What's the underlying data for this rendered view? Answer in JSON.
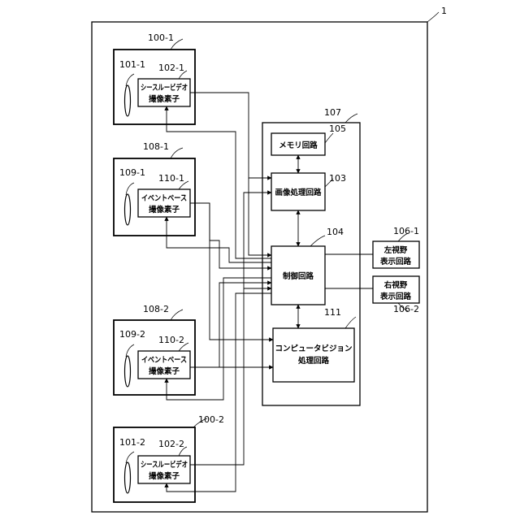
{
  "figure": {
    "device_ref": "1",
    "modules": {
      "see_through_1": {
        "ref": "100-1",
        "lens_ref": "101-1",
        "sensor_ref": "102-1",
        "sensor_label": [
          "シースルービデオ",
          "撮像素子"
        ]
      },
      "event_1": {
        "ref": "108-1",
        "lens_ref": "109-1",
        "sensor_ref": "110-1",
        "sensor_label": [
          "イベントベース",
          "撮像素子"
        ]
      },
      "event_2": {
        "ref": "108-2",
        "lens_ref": "109-2",
        "sensor_ref": "110-2",
        "sensor_label": [
          "イベントベース",
          "撮像素子"
        ]
      },
      "see_through_2": {
        "ref": "100-2",
        "lens_ref": "101-2",
        "sensor_ref": "102-2",
        "sensor_label": [
          "シースルービデオ",
          "撮像素子"
        ]
      }
    },
    "processing_unit": {
      "ref": "107",
      "memory": {
        "ref": "105",
        "label": "メモリ回路"
      },
      "image_processing": {
        "ref": "103",
        "label": "画像処理回路"
      },
      "control": {
        "ref": "104",
        "label": "制御回路"
      },
      "computer_vision": {
        "ref": "111",
        "label": [
          "コンピュータビジョン",
          "処理回路"
        ]
      }
    },
    "displays": {
      "left": {
        "ref": "106-1",
        "label": [
          "左視野",
          "表示回路"
        ]
      },
      "right": {
        "ref": "106-2",
        "label": [
          "右視野",
          "表示回路"
        ]
      }
    }
  }
}
